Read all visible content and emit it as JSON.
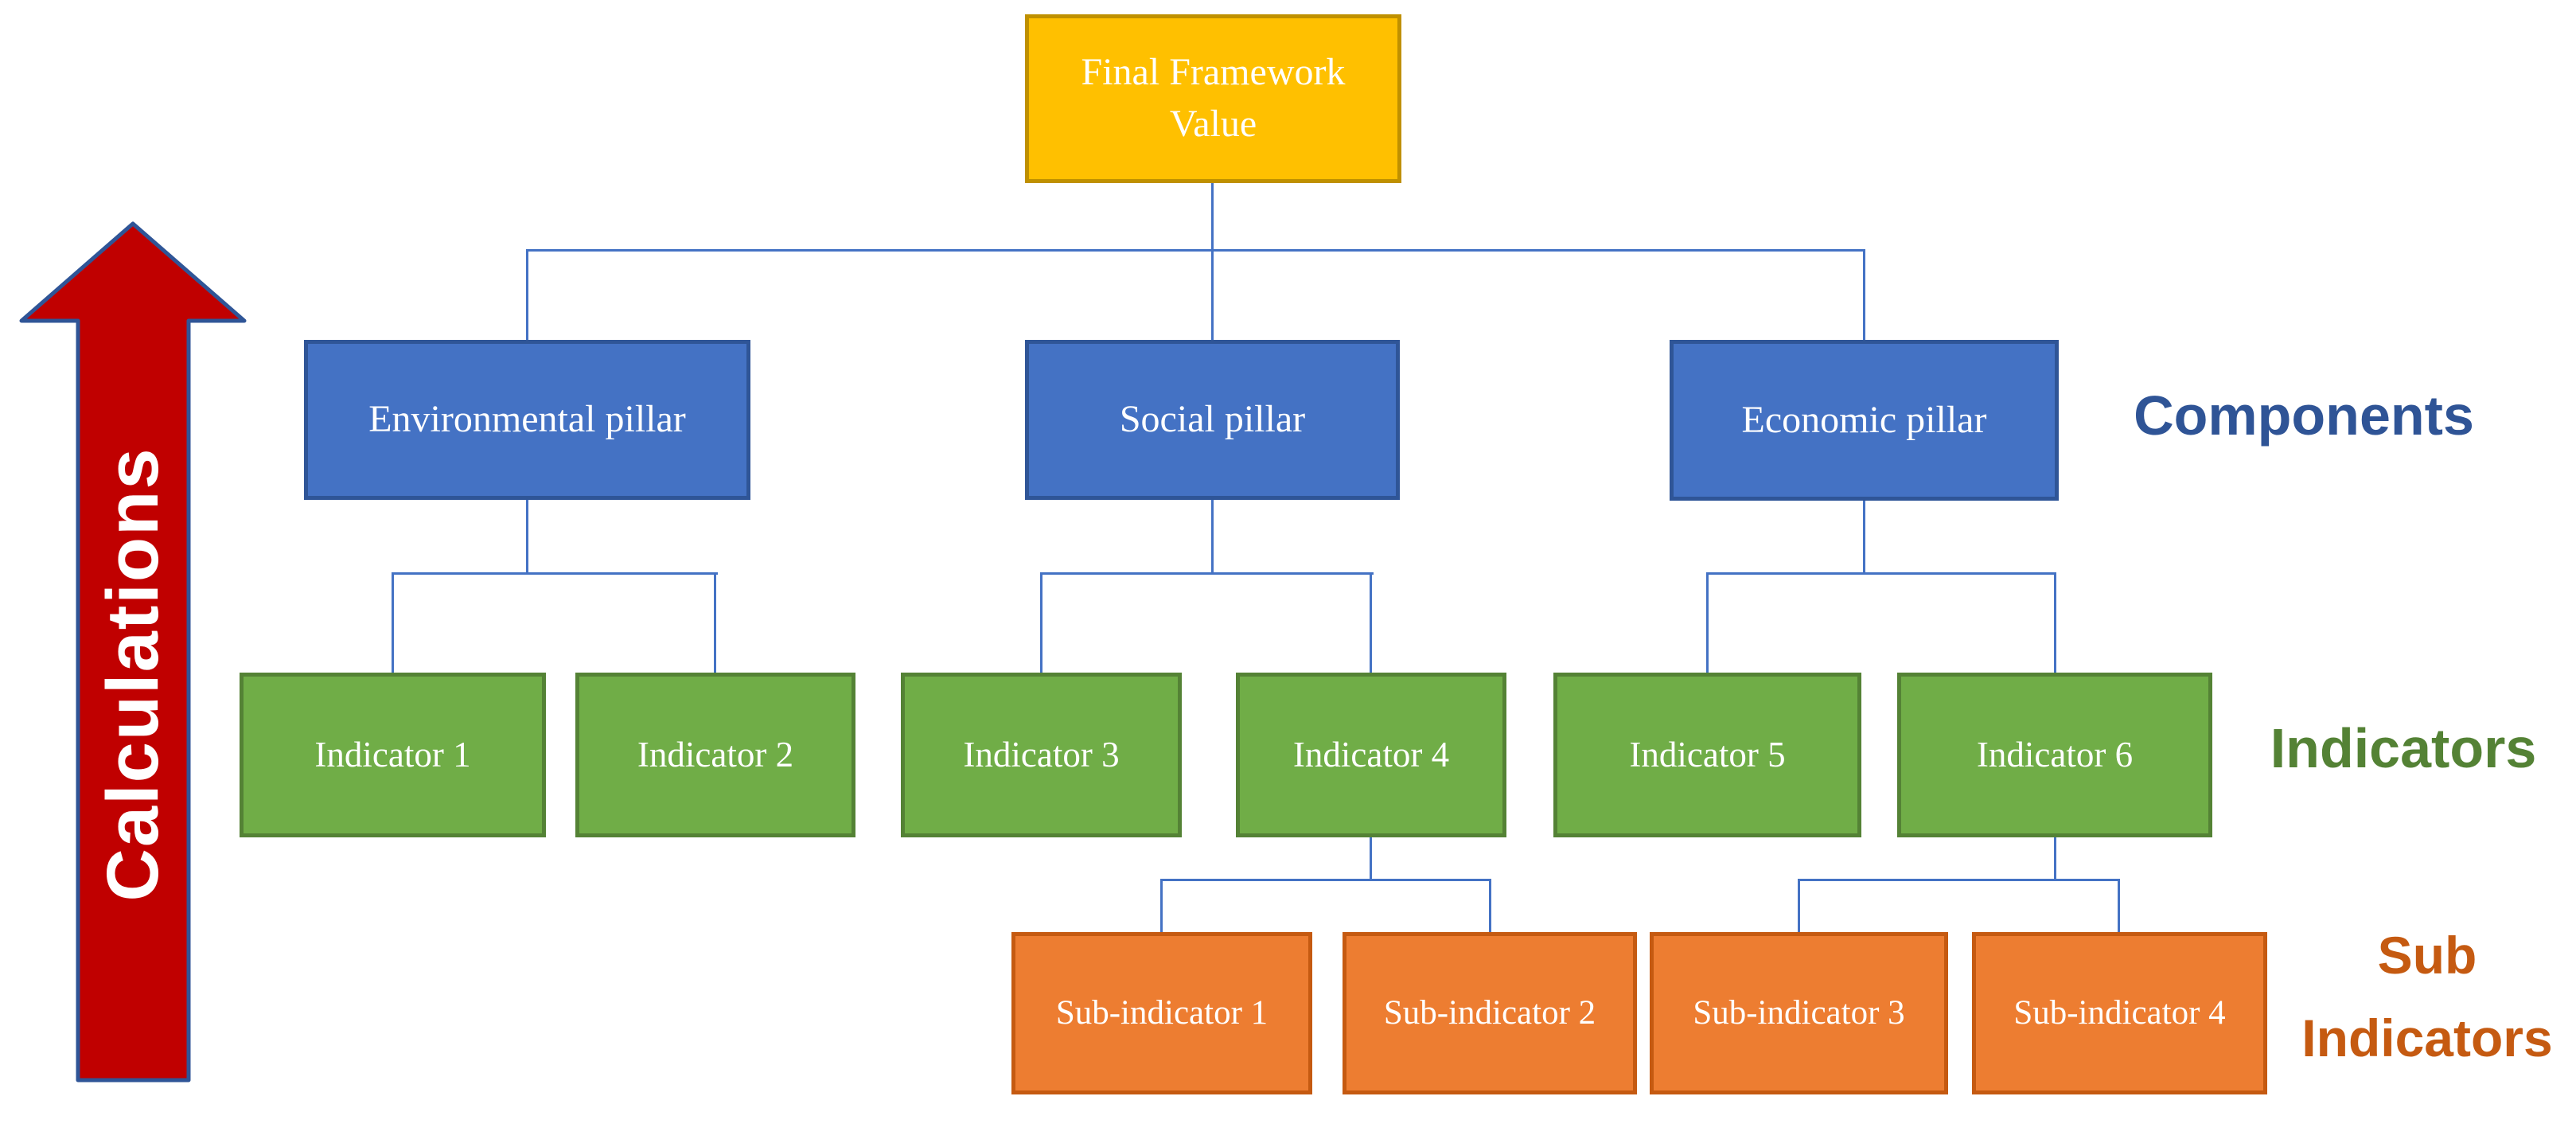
{
  "diagram": {
    "root": {
      "label": "Final Framework Value"
    },
    "pillars": [
      {
        "label": "Environmental pillar"
      },
      {
        "label": "Social pillar"
      },
      {
        "label": "Economic pillar"
      }
    ],
    "indicators": [
      {
        "label": "Indicator 1"
      },
      {
        "label": "Indicator 2"
      },
      {
        "label": "Indicator 3"
      },
      {
        "label": "Indicator 4"
      },
      {
        "label": "Indicator 5"
      },
      {
        "label": "Indicator 6"
      }
    ],
    "sub_indicators": [
      {
        "label": "Sub-indicator 1"
      },
      {
        "label": "Sub-indicator 2"
      },
      {
        "label": "Sub-indicator 3"
      },
      {
        "label": "Sub-indicator 4"
      }
    ],
    "side_labels": {
      "components": "Components",
      "indicators": "Indicators",
      "sub_line1": "Sub",
      "sub_line2": "Indicators"
    },
    "arrow": {
      "label": "Calculations"
    },
    "colors": {
      "root_fill": "#FFC000",
      "root_border": "#BF9000",
      "pillar_fill": "#4472C4",
      "pillar_border": "#2F5597",
      "indicator_fill": "#70AD47",
      "indicator_border": "#548235",
      "sub_indicator_fill": "#ED7D31",
      "sub_indicator_border": "#C55A11",
      "arrow_fill": "#C00000",
      "arrow_border": "#2F5597",
      "connector": "#4472C4",
      "components_text": "#2F5496",
      "indicators_text": "#548235",
      "sub_indicators_text": "#C55A11",
      "node_text": "#FFFFFF"
    }
  }
}
